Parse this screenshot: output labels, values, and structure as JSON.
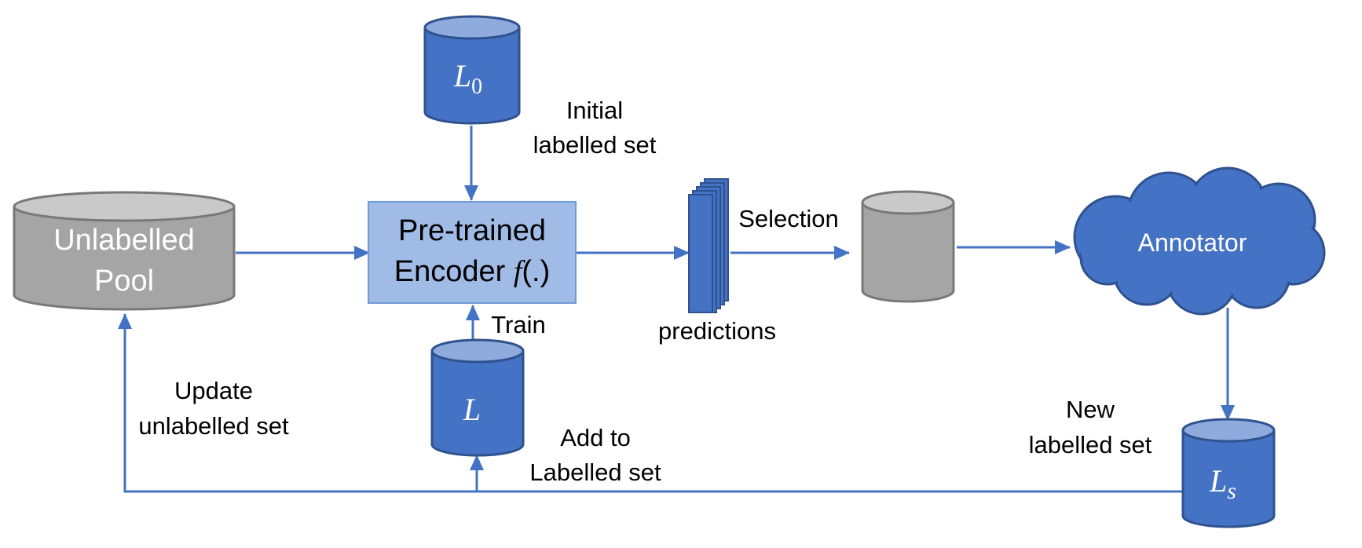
{
  "nodes": {
    "unlabelled_pool": {
      "line1": "Unlabelled",
      "line2": "Pool"
    },
    "encoder": {
      "line1": "Pre-trained",
      "line2_prefix": "Encoder ",
      "line2_func": "f",
      "line2_suffix": "(.)"
    },
    "l0": {
      "symbol": "L",
      "subscript": "0"
    },
    "l": {
      "symbol": "L"
    },
    "ls": {
      "symbol": "L",
      "subscript": "s"
    },
    "annotator": {
      "label": "Annotator"
    }
  },
  "labels": {
    "initial_line1": "Initial",
    "initial_line2": "labelled set",
    "selection": "Selection",
    "predictions": "predictions",
    "train": "Train",
    "add_line1": "Add to",
    "add_line2": "Labelled set",
    "new_line1": "New",
    "new_line2": "labelled set",
    "update_line1": "Update",
    "update_line2": "unlabelled set"
  },
  "colors": {
    "blue": "#4472c4",
    "blue_top": "#8faadc",
    "blue_stroke": "#2f528f",
    "gray": "#a5a5a5",
    "gray_top": "#c9c9c9",
    "gray_stroke": "#787878",
    "encoder_fill": "#9fbbe6",
    "encoder_stroke": "#6f9ad8",
    "arrow": "#4472c4"
  }
}
